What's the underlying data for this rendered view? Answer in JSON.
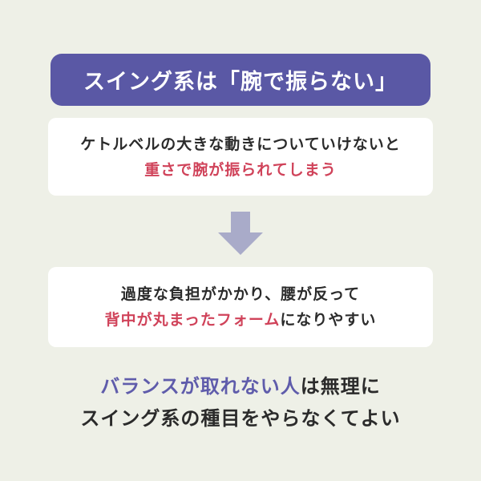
{
  "header": {
    "title": "スイング系は「腕で振らない」"
  },
  "box1": {
    "line1": "ケトルベルの大きな動きについていけないと",
    "line2_highlight": "重さで腕が振られてしまう"
  },
  "arrow": {
    "icon": "down-arrow-icon"
  },
  "box2": {
    "line1": "過度な負担がかかり、腰が反って",
    "line2_highlight": "背中が丸まったフォーム",
    "line2_rest": "になりやすい"
  },
  "conclusion": {
    "line1_highlight": "バランスが取れない人",
    "line1_rest": "は無理に",
    "line2": "スイング系の種目をやらなくてよい"
  },
  "colors": {
    "header": "#5a58a5",
    "accent_red": "#d0435a",
    "accent_blue": "#5f5cab",
    "arrow": "#a9abc9",
    "background": "#eef0e7"
  }
}
